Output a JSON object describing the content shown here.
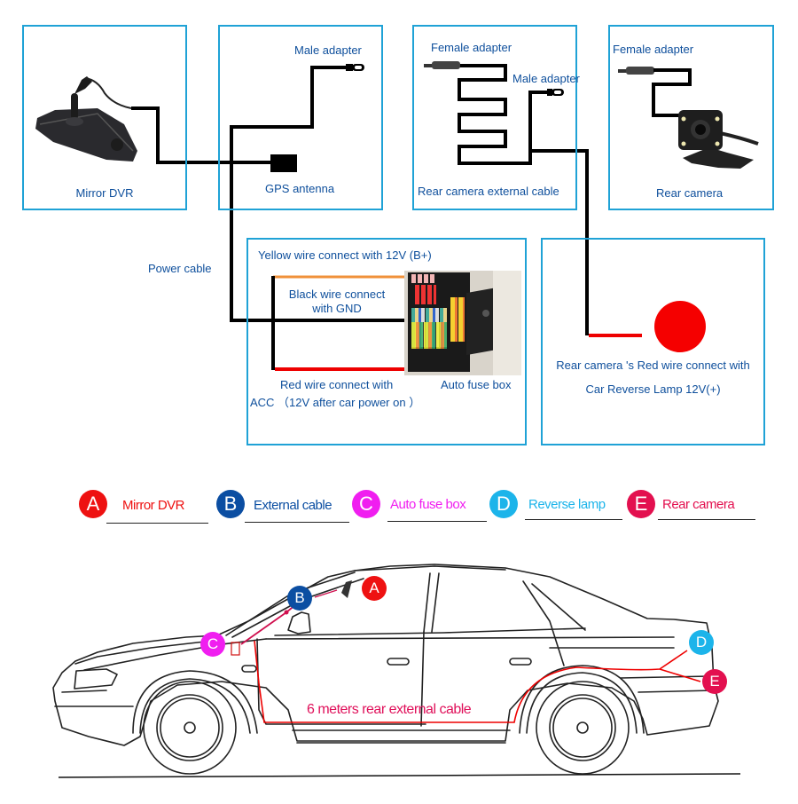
{
  "boxes": {
    "mirror_dvr": {
      "label": "Mirror DVR"
    },
    "gps": {
      "male_adapter": "Male adapter",
      "label": "GPS antenna"
    },
    "ext_cable": {
      "female_adapter": "Female adapter",
      "male_adapter": "Male adapter",
      "label": "Rear camera external cable"
    },
    "rear_camera": {
      "female_adapter": "Female adapter",
      "label": "Rear camera"
    },
    "fuse": {
      "yellow": "Yellow wire connect with 12V  (B+)",
      "black_1": "Black wire connect",
      "black_2": "with GND",
      "red_1": "Red wire connect with",
      "red_2": "ACC （12V after car power on ）",
      "fuse_box": "Auto fuse box"
    },
    "reverse": {
      "line1": "Rear camera 's Red wire connect with",
      "line2": "Car Reverse Lamp 12V(+)"
    }
  },
  "power_cable_label": "Power cable",
  "legend": [
    {
      "letter": "A",
      "text": "Mirror DVR",
      "color": "#ee1111"
    },
    {
      "letter": "B",
      "text": "External cable",
      "color": "#0b4ea2"
    },
    {
      "letter": "C",
      "text": "Auto fuse box",
      "color": "#f01ef0"
    },
    {
      "letter": "D",
      "text": "Reverse lamp",
      "color": "#1cb4ea"
    },
    {
      "letter": "E",
      "text": "Rear camera",
      "color": "#e3104f"
    }
  ],
  "car": {
    "cable_label": "6 meters rear external cable",
    "markers": [
      "A",
      "B",
      "C",
      "D",
      "E"
    ]
  },
  "colors": {
    "border": "#1fa2d6",
    "text": "#0e4f9c",
    "wire_black": "#000000",
    "wire_red": "#ee0000",
    "wire_orange": "#f0913a",
    "cable_red": "#e0105a"
  }
}
